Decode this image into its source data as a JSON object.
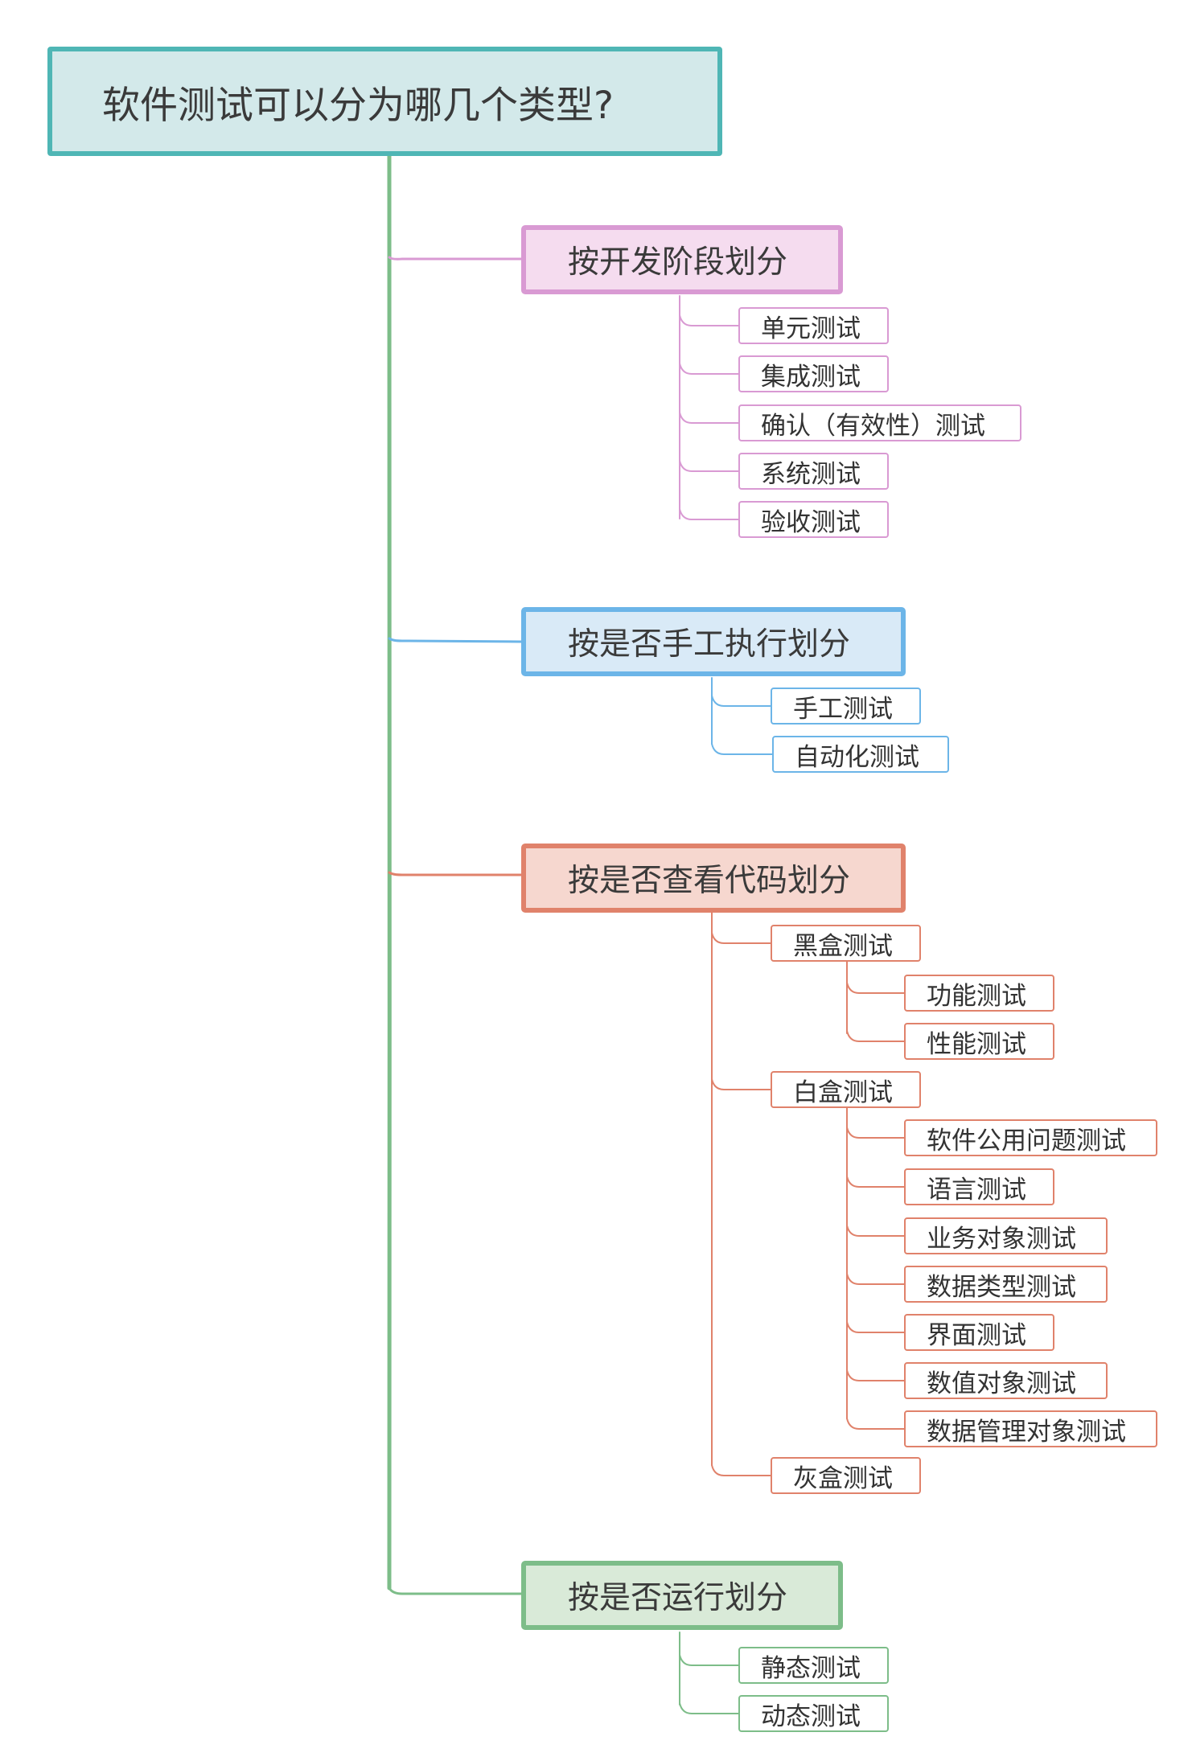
{
  "root": {
    "label": "软件测试可以分为哪几个类型?"
  },
  "colors": {
    "teal": "#4fb6b5",
    "root_fill": "#d3e9ea",
    "green": "#7dbd89",
    "pink": "#d99ad3",
    "pink_fill": "#f5dcef",
    "blue": "#6cb5e8",
    "blue_fill": "#d9eaf7",
    "red": "#e0826b",
    "red_fill": "#f6d7cf",
    "green_fill": "#d9ead8"
  },
  "categories": [
    {
      "label": "按开发阶段划分",
      "children": [
        {
          "label": "单元测试"
        },
        {
          "label": "集成测试"
        },
        {
          "label": "确认（有效性）测试"
        },
        {
          "label": "系统测试"
        },
        {
          "label": "验收测试"
        }
      ]
    },
    {
      "label": "按是否手工执行划分",
      "children": [
        {
          "label": "手工测试"
        },
        {
          "label": "自动化测试"
        }
      ]
    },
    {
      "label": "按是否查看代码划分",
      "children": [
        {
          "label": "黑盒测试",
          "children": [
            {
              "label": "功能测试"
            },
            {
              "label": "性能测试"
            }
          ]
        },
        {
          "label": "白盒测试",
          "children": [
            {
              "label": "软件公用问题测试"
            },
            {
              "label": "语言测试"
            },
            {
              "label": "业务对象测试"
            },
            {
              "label": "数据类型测试"
            },
            {
              "label": "界面测试"
            },
            {
              "label": "数值对象测试"
            },
            {
              "label": "数据管理对象测试"
            }
          ]
        },
        {
          "label": "灰盒测试"
        }
      ]
    },
    {
      "label": "按是否运行划分",
      "children": [
        {
          "label": "静态测试"
        },
        {
          "label": "动态测试"
        }
      ]
    }
  ]
}
